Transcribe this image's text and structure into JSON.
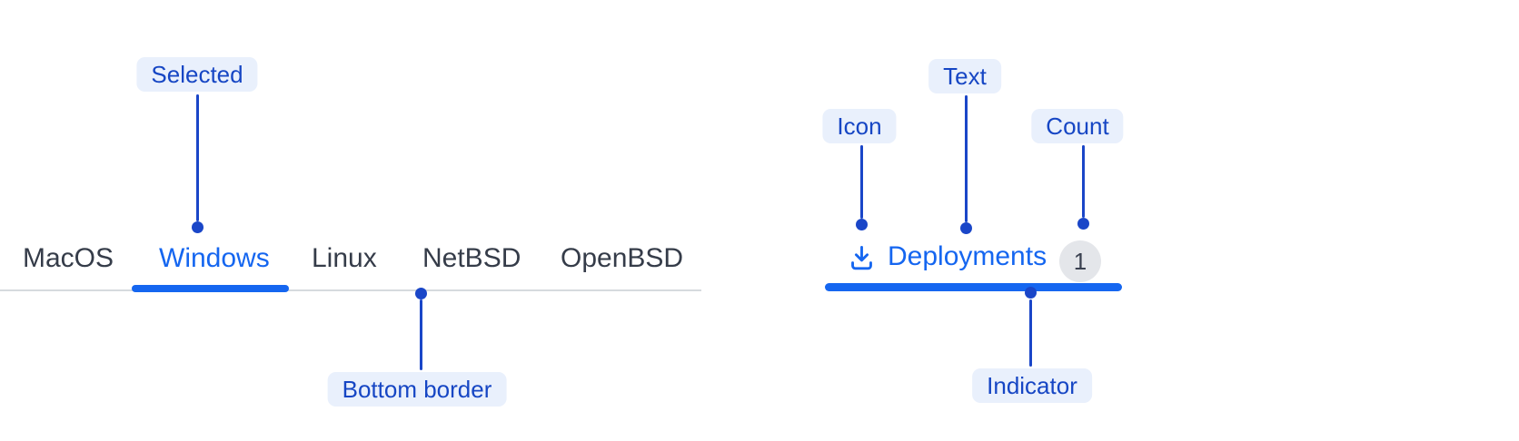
{
  "colors": {
    "page_bg": "#ffffff",
    "accent_blue": "#1566f0",
    "annotation_blue": "#1a46c8",
    "label_bg": "#e9f0fc",
    "label_text": "#1646c4",
    "tab_text": "#353c49",
    "border_gray": "#d6dade",
    "badge_bg": "#e4e6ea",
    "badge_text": "#3a4150"
  },
  "tabs_example": {
    "tabs": [
      {
        "label": "MacOS",
        "selected": false
      },
      {
        "label": "Windows",
        "selected": true
      },
      {
        "label": "Linux",
        "selected": false
      },
      {
        "label": "NetBSD",
        "selected": false
      },
      {
        "label": "OpenBSD",
        "selected": false
      }
    ],
    "annotations": {
      "selected_label": "Selected",
      "bottom_border_label": "Bottom border"
    }
  },
  "tab_anatomy": {
    "tab": {
      "icon": "download-icon",
      "label": "Deployments",
      "count": "1"
    },
    "annotations": {
      "icon_label": "Icon",
      "text_label": "Text",
      "count_label": "Count",
      "indicator_label": "Indicator"
    }
  }
}
